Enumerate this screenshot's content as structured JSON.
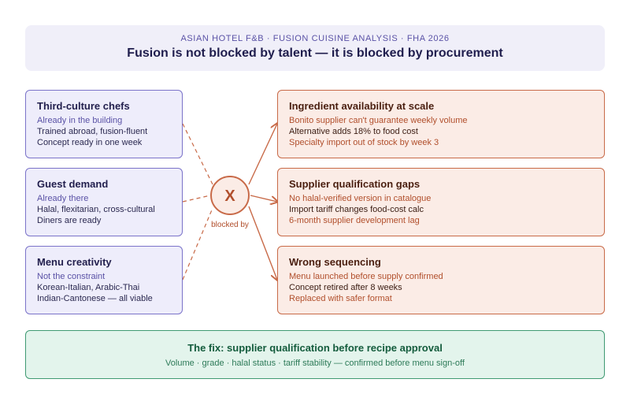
{
  "header": {
    "kicker": "ASIAN HOTEL F&B · FUSION CUISINE ANALYSIS · FHA 2026",
    "title": "Fusion is not blocked by talent — it is blocked by procurement"
  },
  "left_cards": [
    {
      "title": "Third-culture chefs",
      "sub": "Already in the building",
      "lines": [
        "Trained abroad, fusion-fluent",
        "Concept ready in one week"
      ]
    },
    {
      "title": "Guest demand",
      "sub": "Already there",
      "lines": [
        "Halal, flexitarian, cross-cultural",
        "Diners are ready"
      ]
    },
    {
      "title": "Menu creativity",
      "sub": "Not the constraint",
      "lines": [
        "Korean-Italian, Arabic-Thai",
        "Indian-Cantonese — all viable"
      ]
    }
  ],
  "center": {
    "symbol": "X",
    "label": "blocked by"
  },
  "right_cards": [
    {
      "title": "Ingredient availability at scale",
      "lines": [
        "Bonito supplier can't guarantee weekly volume",
        "Alternative adds 18% to food cost",
        "Specialty import out of stock by week 3"
      ]
    },
    {
      "title": "Supplier qualification gaps",
      "lines": [
        "No halal-verified version in catalogue",
        "Import tariff changes food-cost calc",
        "6-month supplier development lag"
      ]
    },
    {
      "title": "Wrong sequencing",
      "lines": [
        "Menu launched before supply confirmed",
        "Concept retired after 8 weeks",
        "Replaced with safer format"
      ]
    }
  ],
  "fix": {
    "title": "The fix: supplier qualification before recipe approval",
    "subtitle": "Volume · grade · halal status · tariff stability — confirmed before menu sign-off"
  },
  "colors": {
    "purple": "#7b73c9",
    "orange": "#c86a48",
    "green": "#3f9a72"
  }
}
